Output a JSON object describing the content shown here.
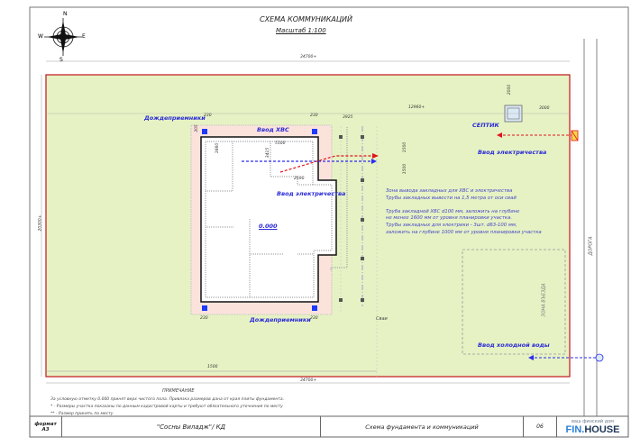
{
  "title": "СХЕМА КОММУНИКАЦИЙ",
  "scale": "Масштаб 1:100",
  "compass": {
    "n": "N",
    "s": "S",
    "w": "W",
    "e": "E"
  },
  "dims": {
    "top_width": "34700+",
    "left_height": "20300+",
    "septic_dist": "12960+",
    "septic_right": "3000",
    "septic_top": "2000",
    "d230": "230",
    "d3925": "3925",
    "d5100": "5100",
    "d1660": "1660",
    "d3415": "3415",
    "d2590": "2590",
    "d1500": "1500",
    "d305": "305",
    "bottom_1500": "1500",
    "bottom_width": "34700+"
  },
  "labels": {
    "rain_top": "Дождеприемники",
    "rain_bottom": "Дождеприемники",
    "water_in": "Ввод ХВС",
    "elec_in": "Ввод электричества",
    "septic": "СЕПТИК",
    "elec_in_right": "Ввод электричества",
    "level": "0.000",
    "piles": "Сваи",
    "cold_water": "Ввод холодной воды",
    "entry_zone": "ЗОНА ВЪЕЗДА",
    "road": "ДОРОГА"
  },
  "notes": [
    "Зона вывода закладных для ХВС и электричества",
    "Трубы закладных вывести на 1,5 метра от оси свай",
    "Труба закладной ХВС d100 мм, заложить на глубине",
    "не менее 1600 мм от уровня планировки участка.",
    "Трубы закладных для электрики - 3шт. d63-100 мм,",
    "заложить на глубине 1000 мм от уровня планировки участка"
  ],
  "remark": {
    "title": "ПРИМЕЧАНИЕ",
    "lines": [
      "За условную отметку 0.000 принят верх чистого пола. Привязка размеров дана от края плиты фундамента.",
      "* - Размеры участка показаны по данным кадастровой карты и требуют обязательного уточнения по месту",
      "** - Размер принять по месту"
    ]
  },
  "stamp": {
    "format_label": "формат",
    "format": "А3",
    "project": "\"Сосны Виладж\"/ КД",
    "sheet_title": "Схема фундамента и коммуникаций",
    "sheet": "06",
    "brand_tag": "ваш финский дом",
    "brand_a": "FIN.",
    "brand_b": "HOUSE"
  },
  "colors": {
    "plot": "#e6f2c4",
    "border": "#c0141c",
    "water": "#2b2bf0",
    "elec": "#e0141c"
  }
}
